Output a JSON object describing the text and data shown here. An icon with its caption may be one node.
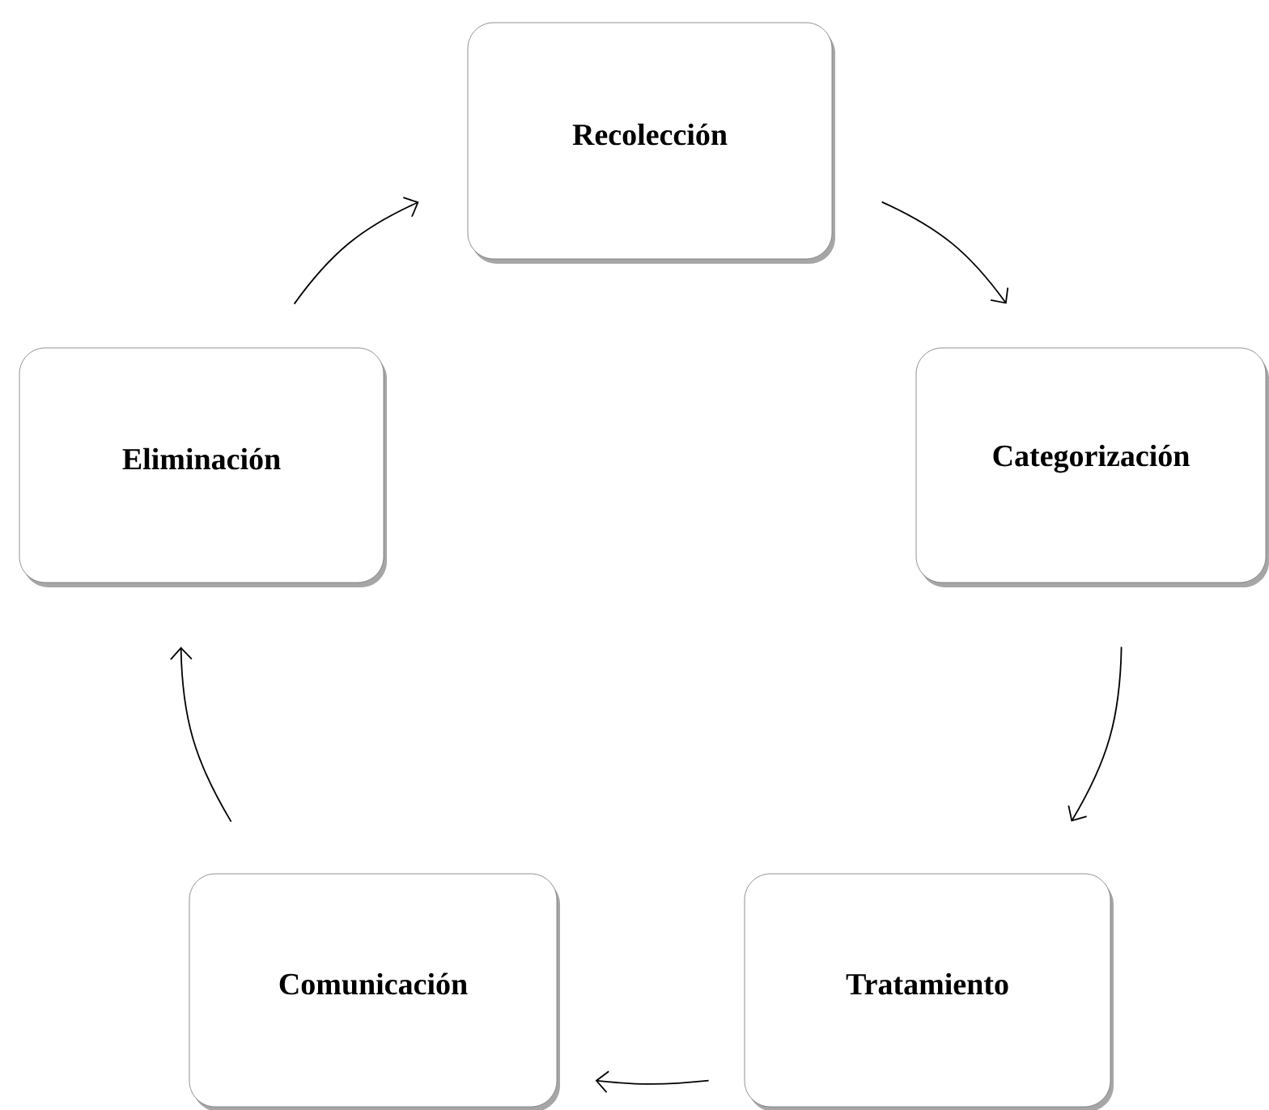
{
  "diagram": {
    "nodes": [
      {
        "text": [
          "Recolección"
        ]
      },
      {
        "text": [
          "Categorización"
        ]
      },
      {
        "text": [
          "Tratamiento"
        ]
      },
      {
        "text": [
          "Comunicación"
        ]
      },
      {
        "text": [
          "Eliminación"
        ]
      }
    ],
    "edges": [
      {
        "from": 0,
        "to": 1,
        "arrow": "to"
      },
      {
        "from": 1,
        "to": 2,
        "arrow": "to"
      },
      {
        "from": 2,
        "to": 3,
        "arrow": "to"
      },
      {
        "from": 3,
        "to": 4,
        "arrow": "to"
      },
      {
        "from": 4,
        "to": 0,
        "arrow": "to"
      }
    ]
  }
}
